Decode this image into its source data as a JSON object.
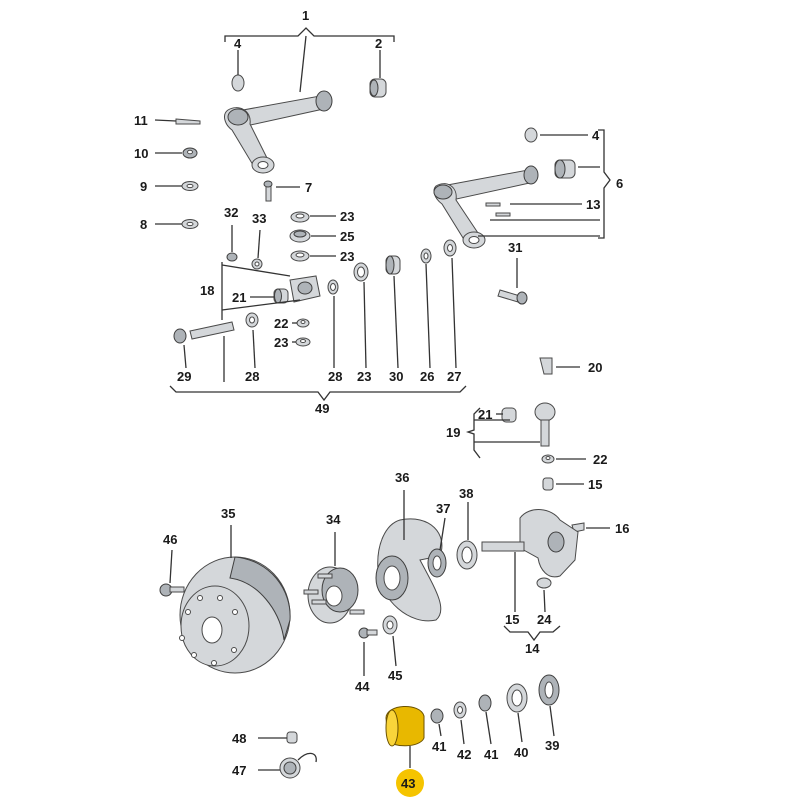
{
  "diagram": {
    "accent_color": "#f5c400",
    "text_color": "#1a1a1a",
    "highlighted_label": "43",
    "labels": [
      "1",
      "2",
      "4",
      "4",
      "6",
      "7",
      "8",
      "9",
      "10",
      "11",
      "13",
      "18",
      "21",
      "22",
      "23",
      "23",
      "23",
      "23",
      "23",
      "25",
      "26",
      "27",
      "28",
      "28",
      "29",
      "30",
      "31",
      "32",
      "33",
      "49",
      "20",
      "21",
      "19",
      "22",
      "15",
      "16",
      "36",
      "37",
      "38",
      "35",
      "34",
      "46",
      "15",
      "24",
      "14",
      "45",
      "44",
      "48",
      "47",
      "41",
      "42",
      "41",
      "40",
      "39",
      "43"
    ]
  }
}
